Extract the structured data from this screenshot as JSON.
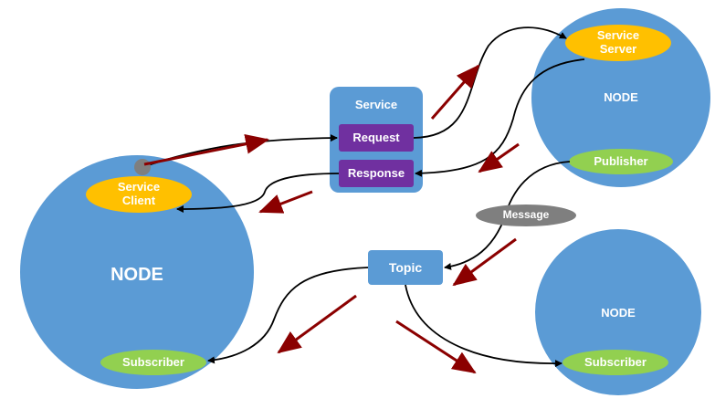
{
  "colors": {
    "node": "#5b9bd5",
    "server_client": "#ffc000",
    "pub_sub": "#92d050",
    "service_box": "#5b9bd5",
    "service_item": "#7030a0",
    "message": "#7f7f7f",
    "topic": "#5b9bd5",
    "flow_arrow": "#8b0000",
    "link": "#000000"
  },
  "nodes": {
    "left": {
      "label": "NODE",
      "client_label": "Service\nClient",
      "subscriber_label": "Subscriber"
    },
    "top_right": {
      "label": "NODE",
      "server_label": "Service\nServer",
      "publisher_label": "Publisher"
    },
    "bottom_right": {
      "label": "NODE",
      "subscriber_label": "Subscriber"
    }
  },
  "service": {
    "title": "Service",
    "request": "Request",
    "response": "Response"
  },
  "topic": {
    "label": "Topic"
  },
  "message": {
    "label": "Message"
  }
}
